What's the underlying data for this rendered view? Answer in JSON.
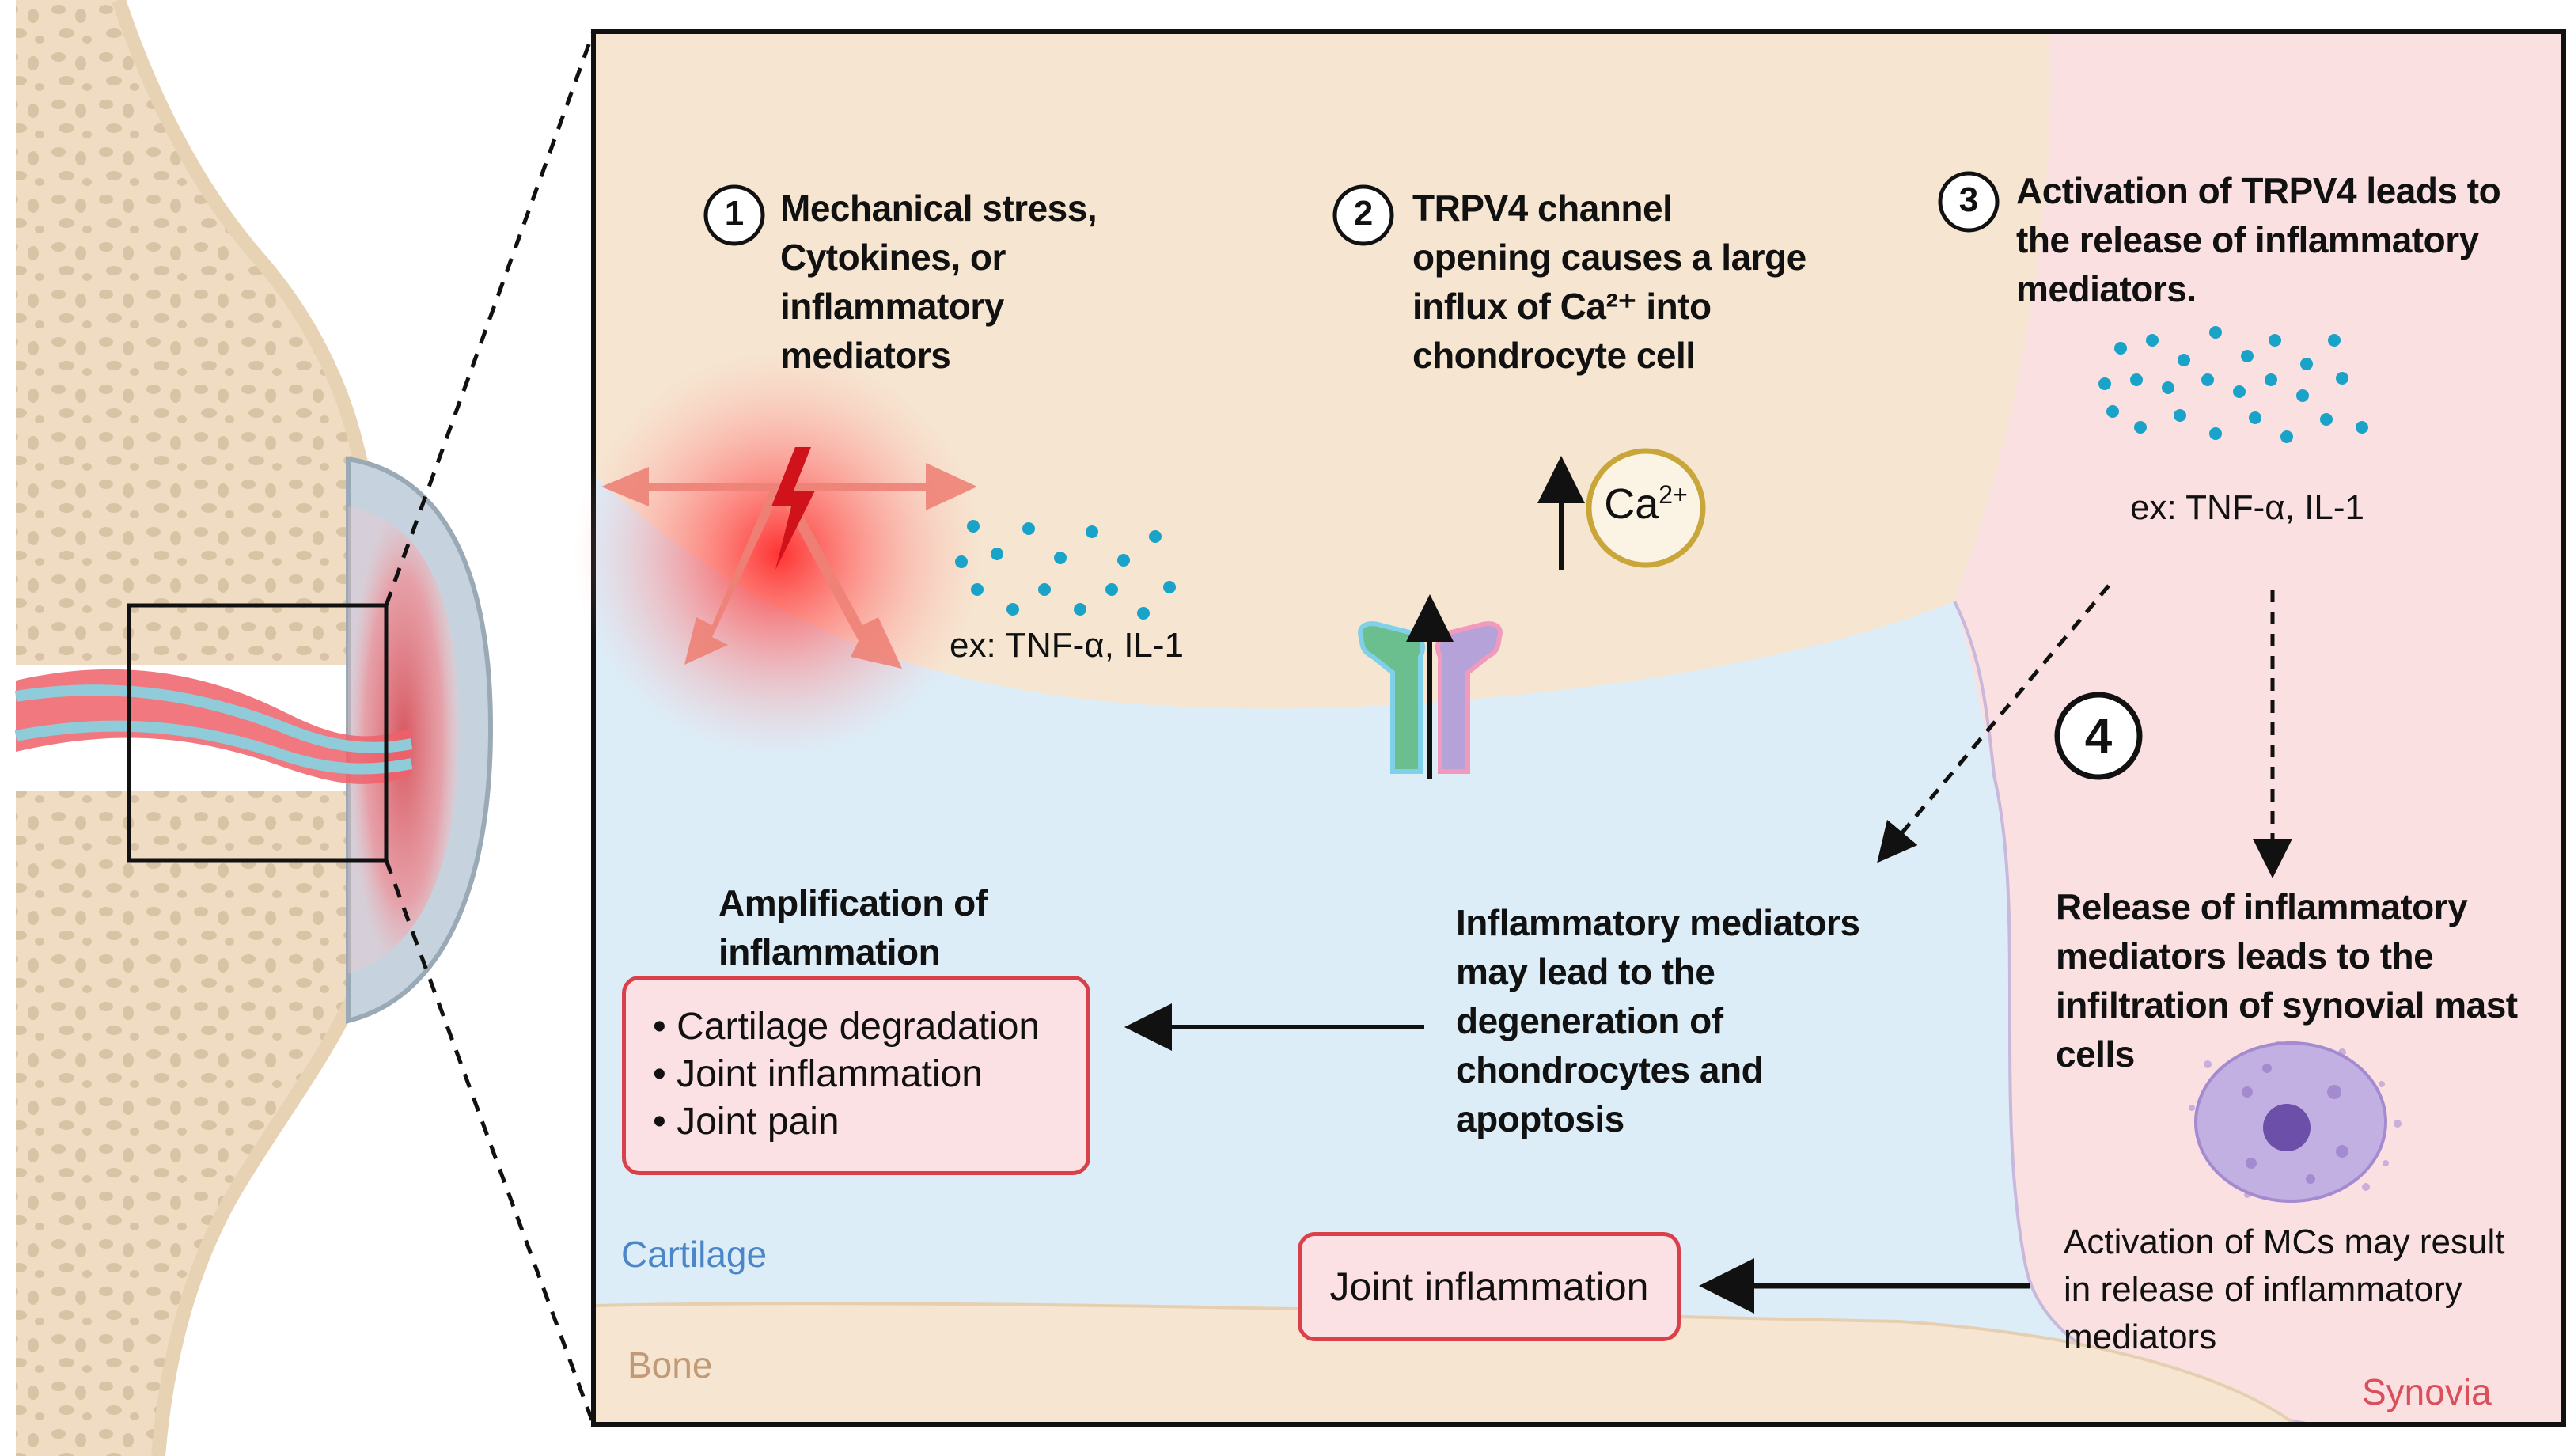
{
  "steps": [
    {
      "number": "1",
      "text": "Mechanical stress,\nCytokines, or\ninflammatory\nmediators"
    },
    {
      "number": "2",
      "text": "TRPV4 channel\nopening causes a large\ninflux of Ca²⁺ into\nchondrocyte cell"
    },
    {
      "number": "3",
      "text": "Activation of TRPV4 leads to\nthe release of inflammatory\nmediators."
    },
    {
      "number": "4",
      "text": "Release of inflammatory\nmediators leads to the\ninfiltration of synovial mast\ncells"
    }
  ],
  "mediator_examples": [
    "ex: TNF-α, IL-1",
    "ex: TNF-α, IL-1"
  ],
  "calcium_label": {
    "base": "Ca",
    "superscript": "2+"
  },
  "amplification": {
    "title": "Amplification of\ninflammation",
    "items": [
      "Cartilage degradation",
      "Joint inflammation",
      "Joint pain"
    ]
  },
  "degeneration_text": "Inflammatory mediators\nmay lead to the\ndegeneration of\nchondrocytes and\napoptosis",
  "mast_cell_text": "Activation of MCs may result\nin release of inflammatory\nmediators",
  "joint_inflammation_box": "Joint inflammation",
  "regions": {
    "cartilage": "Cartilage",
    "bone": "Bone",
    "synovia": "Synovia"
  },
  "colors": {
    "cartilage": "#dcedf8",
    "bone": "#f6e6d1",
    "synovia": "#fbe0e2",
    "dots": "#1aa3c9",
    "accent_red": "#d9404a",
    "calcium_ring": "#c8a63a"
  }
}
